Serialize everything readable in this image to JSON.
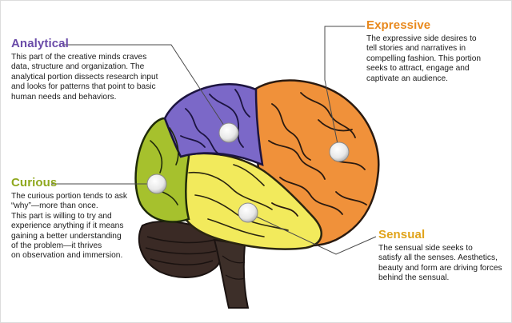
{
  "colors": {
    "analytical": "#7b68c8",
    "expressive": "#f0913a",
    "curious": "#a6c12d",
    "sensual": "#f2ea5c",
    "heading_analytical": "#6a4ba8",
    "heading_expressive": "#e8891e",
    "heading_curious": "#8fa81e",
    "heading_sensual": "#e0a31a"
  },
  "regions": {
    "analytical": {
      "title": "Analytical",
      "text": "This part of the creative minds craves\ndata, structure and organization.  The\nanalytical portion dissects research input\nand looks for patterns that point to basic\nhuman needs and behaviors."
    },
    "expressive": {
      "title": "Expressive",
      "text": "The expressive side desires to\ntell stories and narratives in\ncompelling fashion.  This portion\nseeks to attract, engage and\ncaptivate an audience."
    },
    "curious": {
      "title": "Curious",
      "text": "The curious portion tends to ask\n“why”—more than once.\nThis part is willing to try and\nexperience anything if it means\ngaining a better understanding\nof the problem—it thrives\non observation and immersion."
    },
    "sensual": {
      "title": "Sensual",
      "text": "The sensual side seeks to\nsatisfy all the senses.  Aesthetics,\nbeauty and form are driving forces\nbehind the sensual."
    }
  }
}
